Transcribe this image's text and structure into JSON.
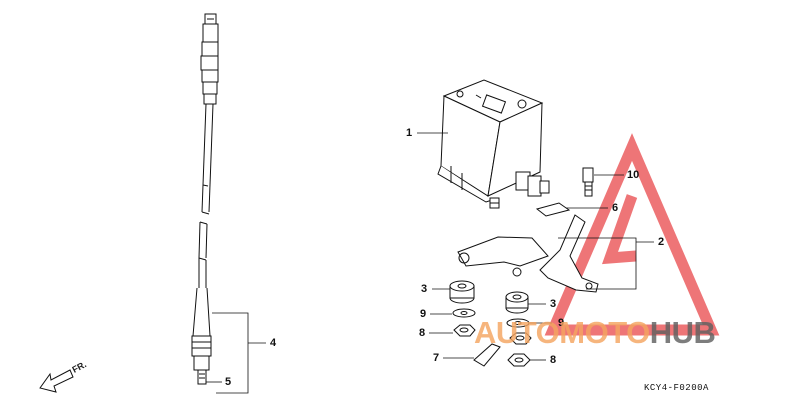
{
  "callouts": {
    "c1": "1",
    "c2": "2",
    "c3a": "3",
    "c3b": "3",
    "c4": "4",
    "c5": "5",
    "c6": "6",
    "c7": "7",
    "c8a": "8",
    "c8b": "8",
    "c9a": "9",
    "c9b": "9",
    "c10": "10"
  },
  "direction_label": "FR.",
  "drawing_code": "KCY4-F0200A",
  "watermark": {
    "part1": "AUTOMOTO",
    "part2": "HUB",
    "color1": "#f4a560",
    "color2": "#606060"
  },
  "colors": {
    "line": "#111111",
    "triangle": "#e8474a"
  }
}
